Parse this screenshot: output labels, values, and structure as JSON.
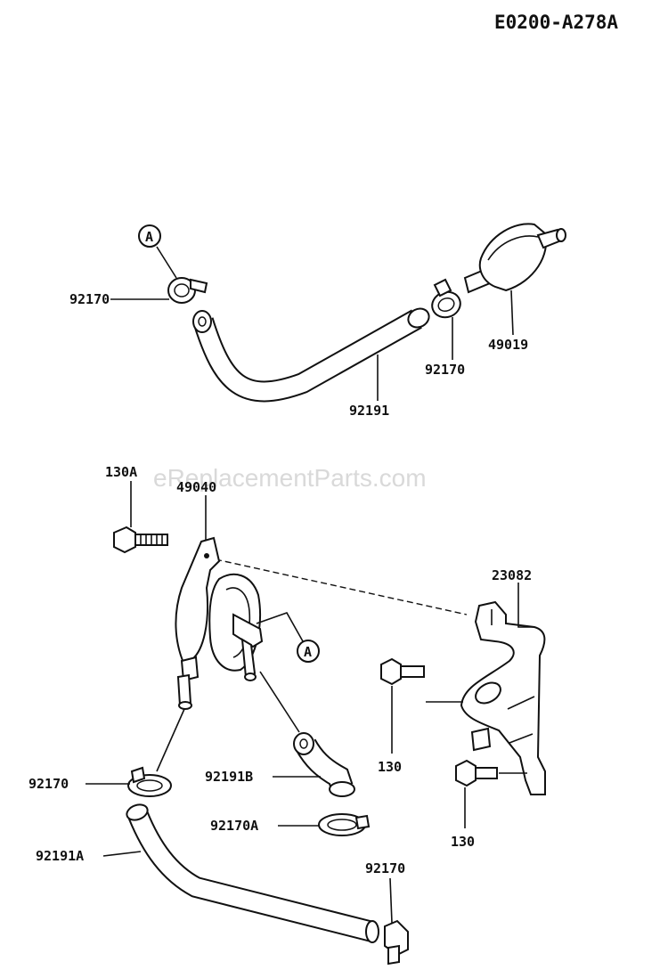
{
  "diagram": {
    "code": "E0200-A278A",
    "watermark": "eReplacementParts.com",
    "labels": {
      "p92170_top_left": "92170",
      "p92170_top_right": "92170",
      "p49019": "49019",
      "p92191": "92191",
      "p130A": "130A",
      "p49040": "49040",
      "p23082": "23082",
      "p130_upper": "130",
      "p130_lower": "130",
      "p92170_mid": "92170",
      "p92191B": "92191B",
      "p92170A": "92170A",
      "p92191A": "92191A",
      "p92170_bottom": "92170",
      "ref_a_top": "A",
      "ref_a_mid": "A"
    }
  }
}
